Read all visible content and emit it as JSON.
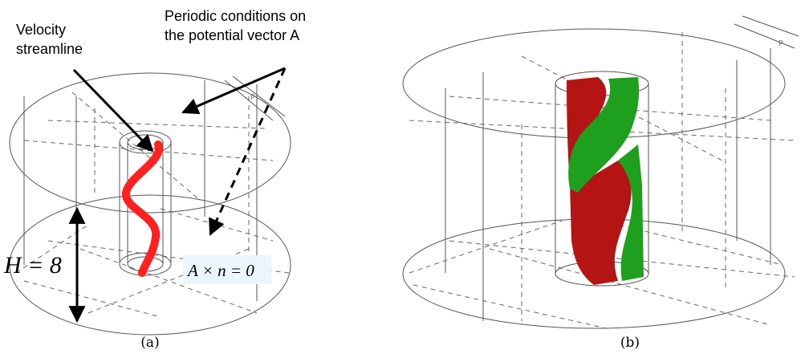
{
  "panel_a": {
    "label_streamline_line1": "Velocity",
    "label_streamline_line2": "streamline",
    "label_periodic_line1": "Periodic conditions on",
    "label_periodic_line2": "the potential vector A",
    "height_label": "H = 8",
    "boundary_condition": "A × n = 0",
    "caption": "(a)",
    "streamline_color": "#ff2020"
  },
  "panel_b": {
    "caption": "(b)",
    "helix_colors": [
      "#b41414",
      "#1ea01e"
    ]
  }
}
